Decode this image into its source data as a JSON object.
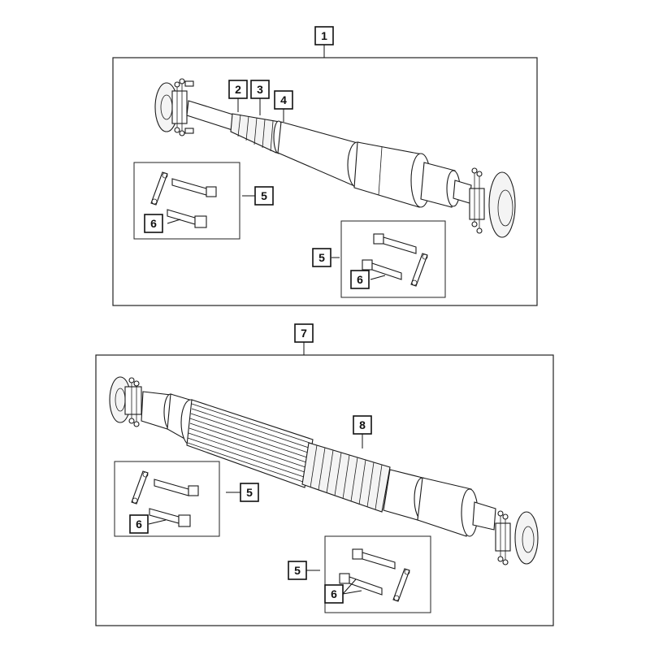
{
  "callouts": {
    "c1": "1",
    "c2": "2",
    "c3": "3",
    "c4": "4",
    "c5a": "5",
    "c6a": "6",
    "c5b": "5",
    "c6b": "6",
    "c7": "7",
    "c8": "8",
    "c5c": "5",
    "c6c": "6",
    "c5d": "5",
    "c6d": "6"
  }
}
